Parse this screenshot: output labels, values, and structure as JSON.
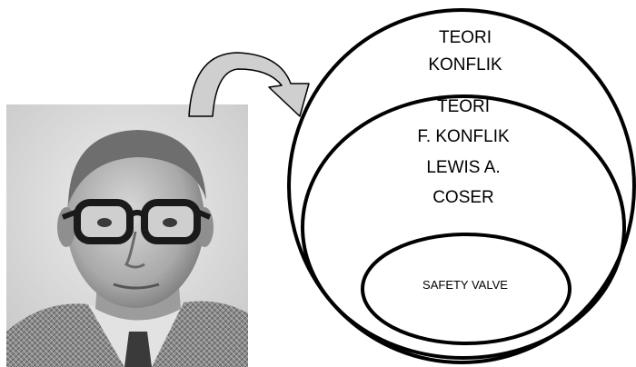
{
  "diagram": {
    "outer_circle": {
      "lines": [
        "TEORI",
        "KONFLIK"
      ]
    },
    "inner_circle": {
      "lines": [
        "TEORI",
        "F. KONFLIK",
        "LEWIS A.",
        "COSER"
      ]
    },
    "core_ellipse": {
      "label": "SAFETY VALVE"
    },
    "arrow": {
      "fill": "#cfcfcf",
      "stroke": "#000000"
    }
  },
  "photo": {
    "subject": "portrait-photo"
  },
  "colors": {
    "background": "#ffffff",
    "line": "#000000"
  }
}
